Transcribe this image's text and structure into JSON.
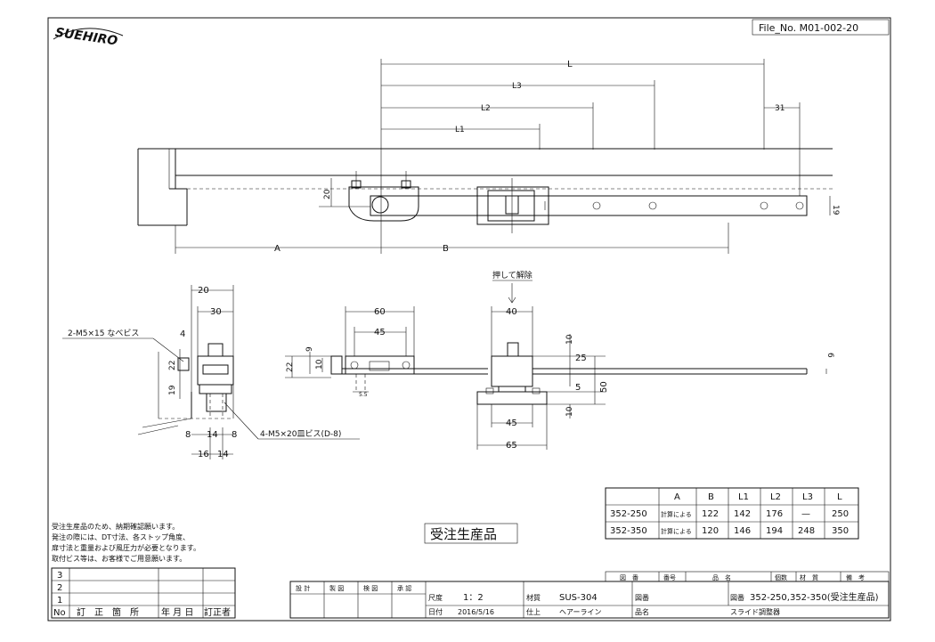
{
  "header": {
    "logo_text": "SUEHIRO",
    "file_no": "File_No. M01-002-20"
  },
  "dimensions": {
    "L": "L",
    "L3": "L3",
    "L2": "L2",
    "L1": "L1",
    "d31": "31",
    "d20": "20",
    "d19": "19",
    "A": "A",
    "B": "B",
    "push_release": "押して解除",
    "d60": "60",
    "d45": "45",
    "d9": "9",
    "d22": "22",
    "d10": "10",
    "d5_5": "5.5",
    "d40": "40",
    "d25": "25",
    "d50": "50",
    "d5": "5",
    "d65": "65",
    "d6": "6",
    "side_20": "20",
    "side_30": "30",
    "side_4": "4",
    "side_22": "22",
    "side_19": "19",
    "side_8a": "8",
    "side_14a": "14",
    "side_8b": "8",
    "side_16": "16",
    "side_14b": "14",
    "callout_screw": "2-M5×15 なべビス",
    "callout_flat": "4-M5×20皿ビス(D-8)"
  },
  "spec_table": {
    "headers": [
      "",
      "A",
      "B",
      "L1",
      "L2",
      "L3",
      "L"
    ],
    "rows": [
      [
        "352-250",
        "計算による",
        "122",
        "142",
        "176",
        "—",
        "250"
      ],
      [
        "352-350",
        "計算による",
        "120",
        "146",
        "194",
        "248",
        "350"
      ]
    ]
  },
  "notes": [
    "受注生産品のため、納期確認願います。",
    "発注の際には、DT寸法、各ストップ角度、",
    "扉寸法と重量および風圧力が必要となります。",
    "取付ビス等は、お客様でご用意願います。"
  ],
  "order_label": "受注生産品",
  "revision": {
    "rows": [
      "3",
      "2",
      "1"
    ],
    "headers": [
      "No",
      "訂　正　箇　所",
      "年 月 日",
      "訂正者"
    ]
  },
  "title_block": {
    "roles": [
      "設 計",
      "製 図",
      "検 図",
      "承 認"
    ],
    "scale_label": "尺度",
    "scale": "1：2",
    "date_label": "日付",
    "date": "2016/5/16",
    "material_label": "材質",
    "material": "SUS-304",
    "finish_label": "仕上",
    "finish": "ヘアーライン",
    "drawing_no_label": "図番",
    "name_label": "品名",
    "drawing_no": "352-250,352-350(受注生産品)",
    "product_name": "スライド調整器",
    "parts_headers": [
      "図　番",
      "番号",
      "品　名",
      "個数",
      "材　質",
      "備　考"
    ]
  }
}
